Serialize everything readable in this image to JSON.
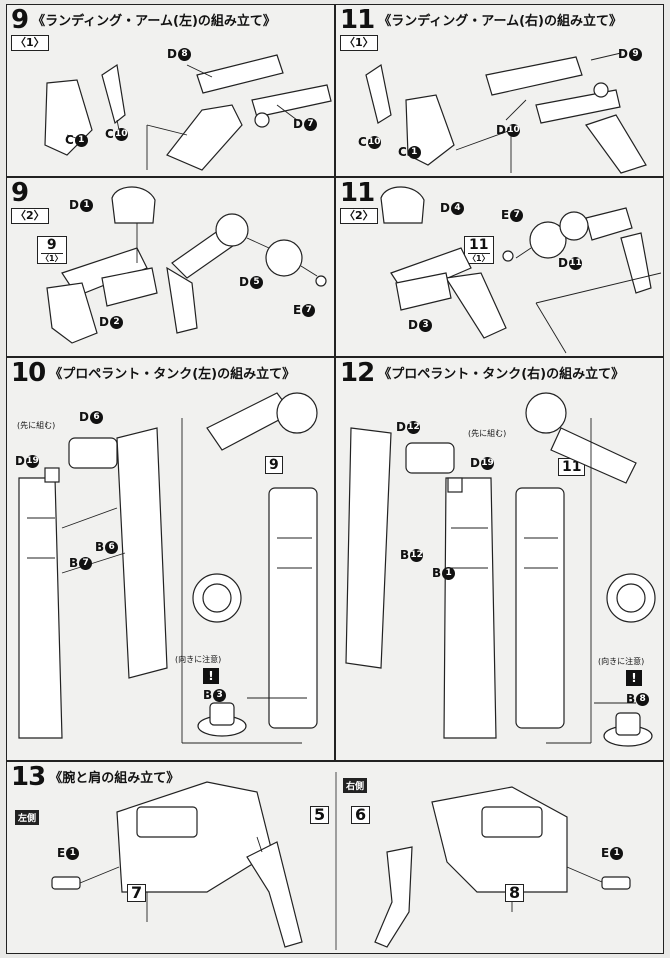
{
  "sections": {
    "s9a": {
      "num": "9",
      "title": "《ランディング・アーム(左)の組み立て》",
      "sub": "〈1〉",
      "labels": [
        "C",
        "C",
        "D",
        "D"
      ],
      "marks": [
        "1",
        "10",
        "8",
        "7"
      ]
    },
    "s11a": {
      "num": "11",
      "title": "《ランディング・アーム(右)の組み立て》",
      "sub": "〈1〉",
      "labels": [
        "C",
        "C",
        "D",
        "D"
      ],
      "marks": [
        "10",
        "1",
        "9",
        "10"
      ]
    },
    "s9b": {
      "num": "9",
      "title": "",
      "sub": "〈2〉",
      "labels": [
        "D",
        "D",
        "D",
        "E"
      ],
      "marks": [
        "1",
        "2",
        "5",
        "7"
      ],
      "ref_num": "9",
      "ref_sub": "〈1〉"
    },
    "s11b": {
      "num": "11",
      "title": "",
      "sub": "〈2〉",
      "labels": [
        "D",
        "D",
        "E",
        "D"
      ],
      "marks": [
        "4",
        "3",
        "7",
        "11"
      ],
      "ref_num": "11",
      "ref_sub": "〈1〉"
    },
    "s10": {
      "num": "10",
      "title": "《プロペラント・タンク(左)の組み立て》",
      "labels": [
        "D",
        "D",
        "B",
        "B",
        "B"
      ],
      "marks": [
        "6",
        "19",
        "6",
        "7",
        "3"
      ],
      "ref": "9",
      "note_first": "(先に組む)",
      "note_dir": "(向きに注意)",
      "warn": "!"
    },
    "s12": {
      "num": "12",
      "title": "《プロペラント・タンク(右)の組み立て》",
      "labels": [
        "D",
        "D",
        "B",
        "B",
        "B"
      ],
      "marks": [
        "12",
        "19",
        "12",
        "1",
        "8"
      ],
      "ref": "11",
      "note_first": "(先に組む)",
      "note_dir": "(向きに注意)",
      "warn": "!"
    },
    "s13": {
      "num": "13",
      "title": "《腕と肩の組み立て》",
      "left_tag": "左側",
      "right_tag": "右側",
      "labels": [
        "E",
        "E"
      ],
      "marks": [
        "1",
        "1"
      ],
      "refs": [
        "7",
        "5",
        "6",
        "8"
      ]
    }
  }
}
